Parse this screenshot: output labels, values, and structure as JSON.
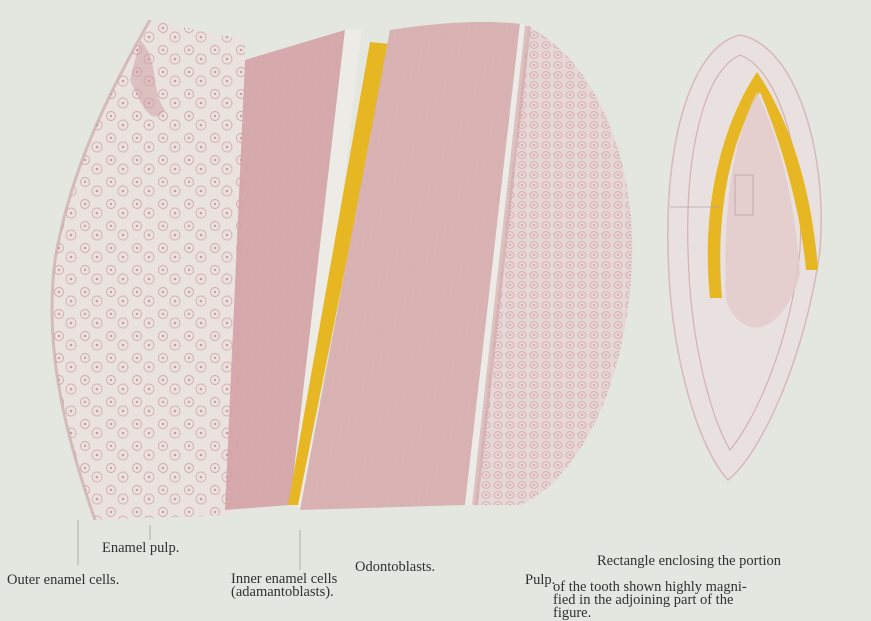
{
  "labels": {
    "enamel_pulp": "Enamel pulp.",
    "outer_enamel_cells": "Outer enamel cells.",
    "inner_enamel_cells": "Inner enamel cells\n(adamantoblasts).",
    "odontoblasts": "Odontoblasts.",
    "pulp": "Pulp.",
    "rectangle_line1": "Rectangle enclosing the portion",
    "rectangle_rest": "of the tooth shown highly magni-\nfied in the adjoining part of the\nfigure."
  },
  "colors": {
    "background": "#e4e6e0",
    "dentine": "#d9b3b3",
    "enamel": "#e6b722",
    "cell_outline": "#c98f92",
    "pulp_tissue": "#dcc4c4"
  }
}
